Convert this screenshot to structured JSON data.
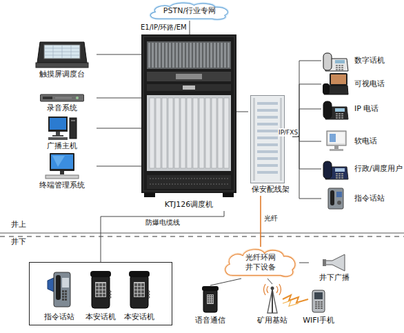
{
  "diagram": {
    "nodes": [
      {
        "text": [
          "PSTN/行业专网"
        ]
      },
      {
        "text": [
          "触摸屏调度台"
        ]
      },
      {
        "text": [
          "录音系统"
        ]
      },
      {
        "text": [
          "广播主机"
        ]
      },
      {
        "text": [
          "终端管理系统"
        ]
      },
      {
        "text": [
          "KTJ126调度机"
        ]
      },
      {
        "text": [
          "保安配线架"
        ]
      },
      {
        "text": [
          "数字话机"
        ]
      },
      {
        "text": [
          "可视电话"
        ]
      },
      {
        "text": [
          "IP 电话"
        ]
      },
      {
        "text": [
          "软电话"
        ]
      },
      {
        "text": [
          "行政/调度用户"
        ]
      },
      {
        "text": [
          "指令话站"
        ]
      },
      {
        "text": []
      },
      {
        "text": [
          "指令话站"
        ],
        "in": 13
      },
      {
        "text": [
          "本安话机"
        ],
        "in": 13
      },
      {
        "text": [
          "本安话机"
        ],
        "in": 13
      },
      {
        "text": [
          "光纤环网 井下设备"
        ]
      },
      {
        "text": [
          "井下广播"
        ]
      },
      {
        "text": [
          "语音通信"
        ]
      },
      {
        "text": [
          "矿用基站"
        ]
      },
      {
        "text": [
          "WIFI手机"
        ]
      }
    ],
    "edges": [
      {
        "from": 0,
        "to": 5,
        "label": "E1/IP/环路/EM",
        "arrow": "none"
      },
      {
        "from": 1,
        "to": 5,
        "arrow": "none"
      },
      {
        "from": 2,
        "to": 5,
        "arrow": "none"
      },
      {
        "from": 3,
        "to": 5,
        "arrow": "none"
      },
      {
        "from": 4,
        "to": 5,
        "arrow": "none"
      },
      {
        "from": 5,
        "to": 6,
        "arrow": "none"
      },
      {
        "from": 6,
        "to": 7,
        "arrow": "none"
      },
      {
        "from": 6,
        "to": 8,
        "arrow": "none"
      },
      {
        "from": 6,
        "to": 9,
        "arrow": "none"
      },
      {
        "from": 6,
        "to": 10,
        "arrow": "none"
      },
      {
        "from": 6,
        "to": 11,
        "arrow": "none"
      },
      {
        "from": 6,
        "to": 12,
        "arrow": "none"
      },
      {
        "from": 5,
        "to": 13,
        "label": "防爆电缆线",
        "arrow": "none"
      },
      {
        "from": 6,
        "to": 17,
        "label": "光纤",
        "arrow": "none"
      },
      {
        "from": 17,
        "to": 18,
        "arrow": "none"
      },
      {
        "from": 17,
        "to": 19,
        "arrow": "none"
      },
      {
        "from": 17,
        "to": 20,
        "arrow": "none"
      }
    ],
    "labels": [
      "IP/FXS",
      "井上",
      "井下"
    ]
  }
}
